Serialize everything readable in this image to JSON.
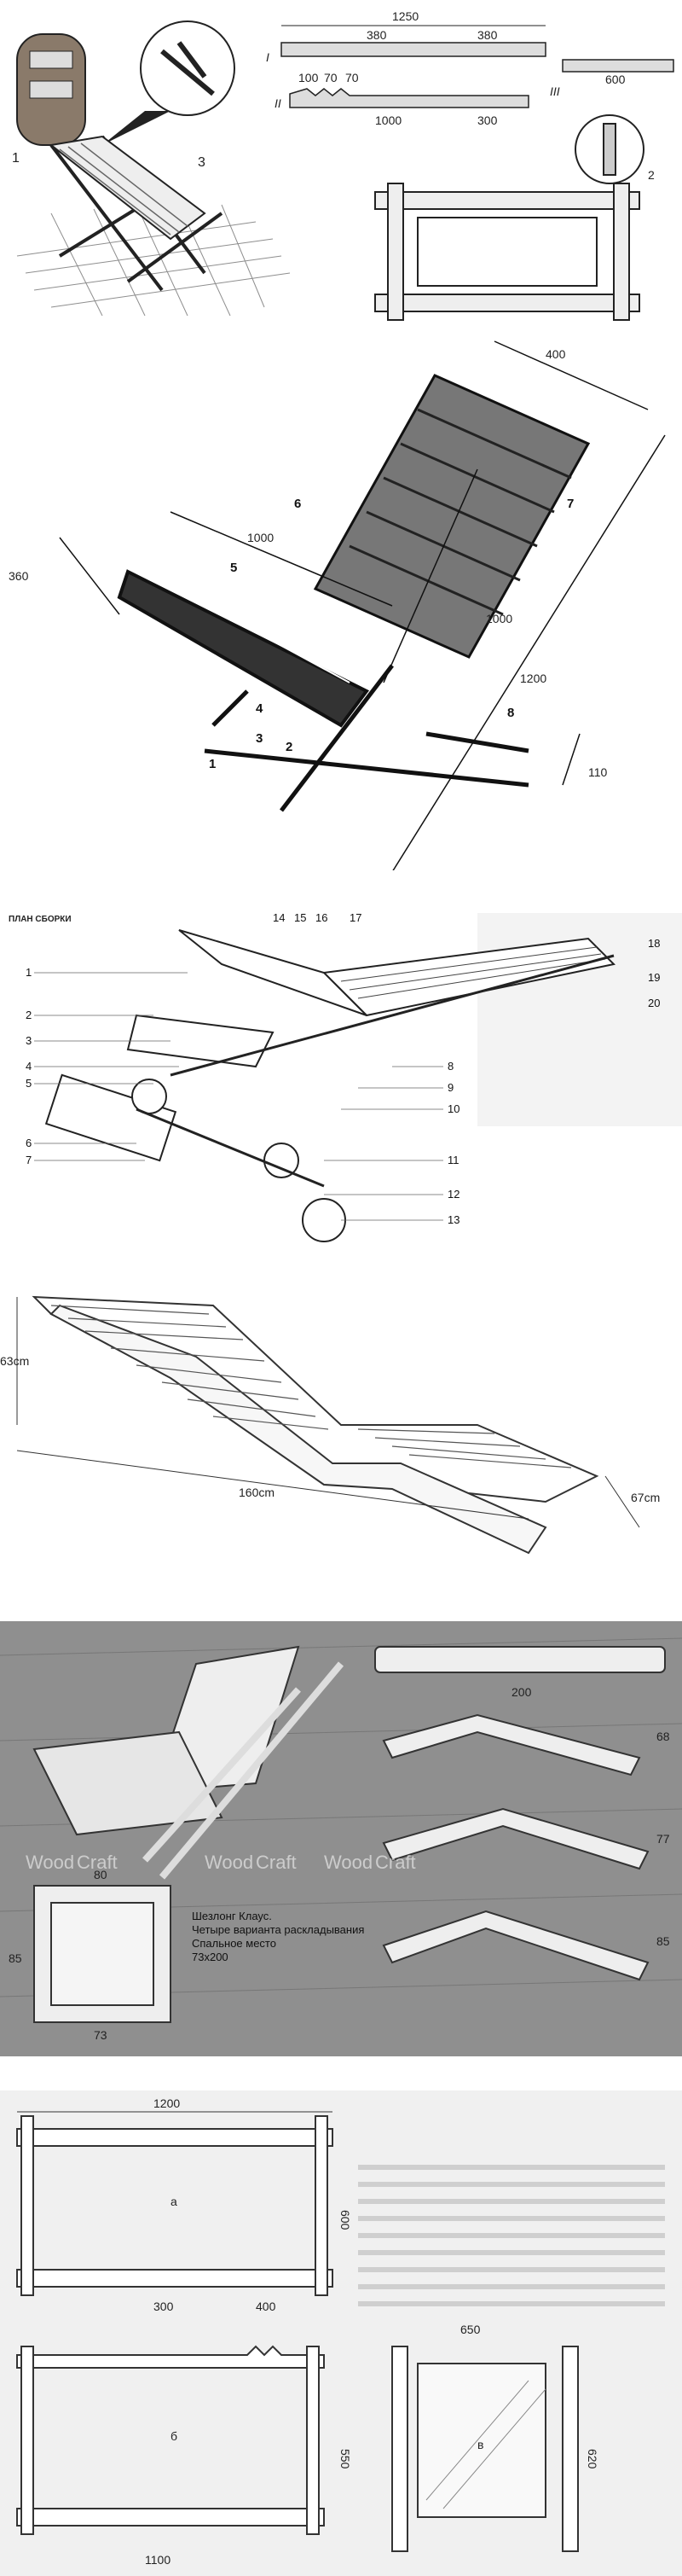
{
  "panel1": {
    "labels": [
      "1",
      "2",
      "3"
    ],
    "parts": [
      "I",
      "II",
      "III"
    ],
    "dims": [
      "1250",
      "380",
      "380",
      "100",
      "70",
      "70",
      "1000",
      "300",
      "600"
    ]
  },
  "panel2": {
    "labels": [
      "1",
      "2",
      "3",
      "4",
      "5",
      "6",
      "7",
      "8"
    ],
    "dims": [
      "400",
      "360",
      "1000",
      "1000",
      "1200",
      "110"
    ]
  },
  "panel3": {
    "title": "ПЛАН СБОРКИ",
    "numbers": [
      "1",
      "2",
      "3",
      "4",
      "5",
      "6",
      "7",
      "8",
      "9",
      "10",
      "11",
      "12",
      "13",
      "14",
      "15",
      "16",
      "17",
      "18",
      "19",
      "20"
    ]
  },
  "panel4": {
    "dims": [
      "63cm",
      "160cm",
      "67cm"
    ]
  },
  "panel5": {
    "watermarks": [
      "Wood",
      "Craft",
      "Wood",
      "Craft",
      "Wood",
      "Craft"
    ],
    "dims": [
      "200",
      "68",
      "77",
      "85",
      "80",
      "85",
      "73"
    ],
    "caption_lines": [
      "Шезлонг Клаус.",
      "Четыре варианта раскладывания",
      "Спальное место",
      "73х200"
    ]
  },
  "panel6": {
    "dims": [
      "1200",
      "600",
      "300",
      "400",
      "650",
      "550",
      "620",
      "1100"
    ],
    "letters": [
      "а",
      "б",
      "в"
    ]
  }
}
